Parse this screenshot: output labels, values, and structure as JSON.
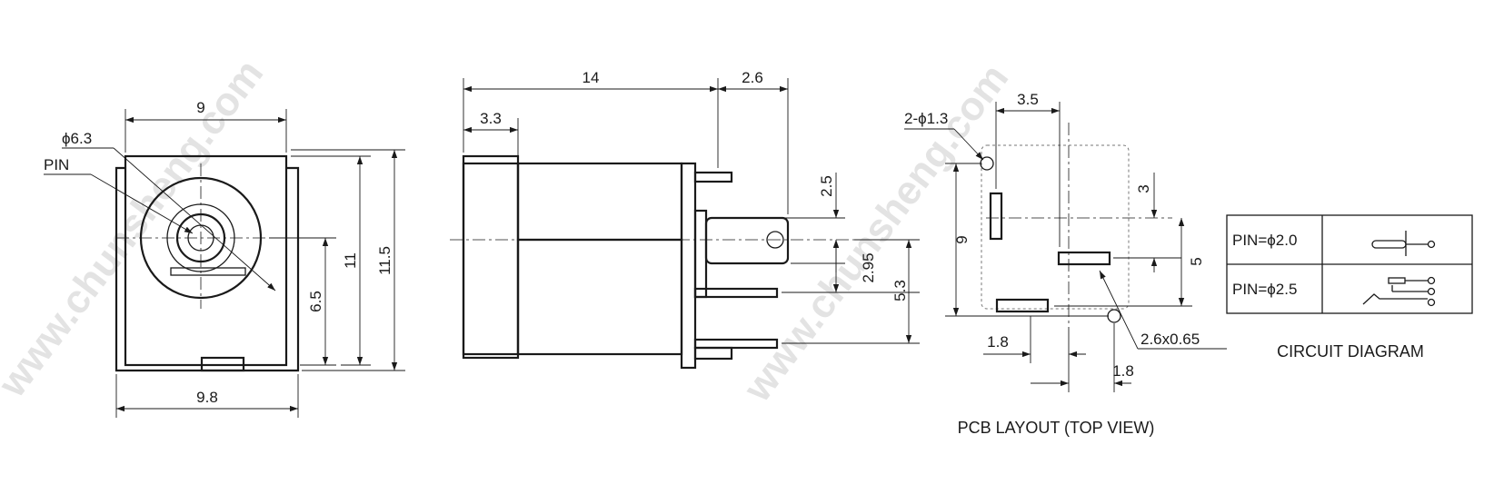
{
  "watermark": "www.chunsheng.com",
  "front_view": {
    "dim_width_top": "9",
    "dim_bore": "ϕ6.3",
    "pin_label": "PIN",
    "dim_center_height": "6.5",
    "dim_inner_height": "11",
    "dim_total_height": "11.5",
    "dim_width_bottom": "9.8"
  },
  "side_view": {
    "dim_body_length": "14",
    "dim_pin_extension": "2.6",
    "dim_front_collar": "3.3",
    "dim_pin_top": "2.5",
    "dim_pin_spacing": "2.95",
    "dim_pin_bottom": "5.3"
  },
  "pcb_layout": {
    "dim_mount_hole": "2-ϕ1.3",
    "dim_top_offset": "3.5",
    "dim_slot_top": "3",
    "dim_slot_vertical": "5",
    "dim_overall_vertical": "9",
    "dim_left_offset": "1.8",
    "dim_right_offset": "1.8",
    "dim_slot_size": "2.6x0.65",
    "caption": "PCB LAYOUT (TOP VIEW)"
  },
  "circuit": {
    "row1_label": "PIN=ϕ2.0",
    "row2_label": "PIN=ϕ2.5",
    "caption": "CIRCUIT DIAGRAM"
  }
}
